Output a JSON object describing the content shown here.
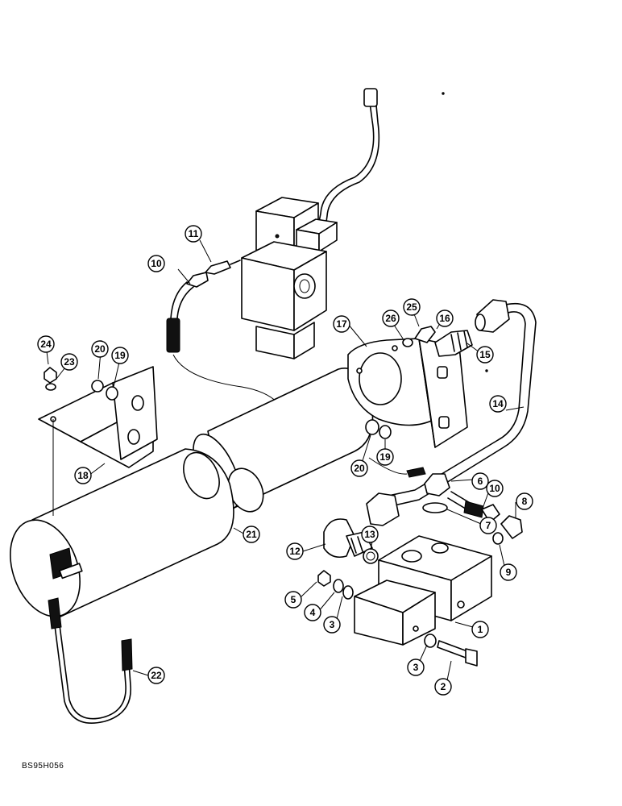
{
  "figure_code": "BS95H056",
  "callouts": {
    "c1": "1",
    "c2": "2",
    "c3a": "3",
    "c3b": "3",
    "c4": "4",
    "c5": "5",
    "c6": "6",
    "c7": "7",
    "c8": "8",
    "c9": "9",
    "c10a": "10",
    "c10b": "10",
    "c11": "11",
    "c12": "12",
    "c13": "13",
    "c14": "14",
    "c15": "15",
    "c16": "16",
    "c17": "17",
    "c18": "18",
    "c19a": "19",
    "c19b": "19",
    "c20a": "20",
    "c20b": "20",
    "c21": "21",
    "c22": "22",
    "c23": "23",
    "c24": "24",
    "c25": "25",
    "c26": "26"
  }
}
